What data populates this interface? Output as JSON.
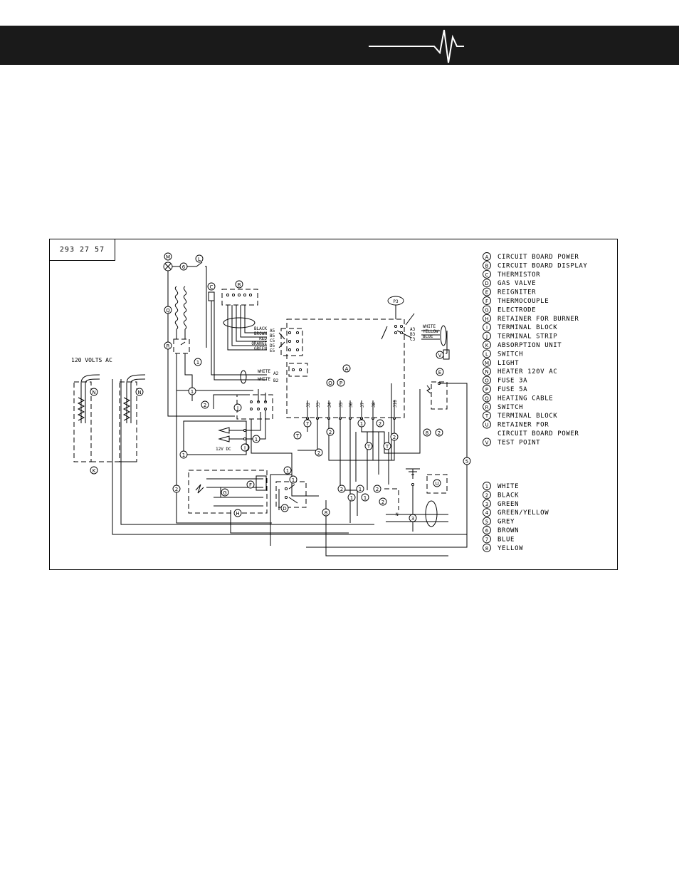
{
  "header": {
    "accent": "#1a1a1a",
    "line_color": "#ffffff"
  },
  "diagram": {
    "drawing_number": "293 27 57",
    "voltage_label": "120 VOLTS AC",
    "dc_label": "12V DC",
    "board_label": "P3",
    "wire_colors_top": [
      "BLACK",
      "BROWN",
      "RED",
      "ORANGE",
      "GREEN"
    ],
    "pins_top": [
      "A5",
      "B5",
      "C5",
      "D5",
      "E5"
    ],
    "wire_white": "WHITE",
    "pins_mid": [
      "A2",
      "B2"
    ],
    "p3_wires": [
      "WHITE",
      "YELLOW",
      "BLUE"
    ],
    "p3_pins": [
      "A3",
      "B3",
      "C3"
    ],
    "jacks": [
      "J2",
      "J3",
      "J4",
      "J5",
      "J6",
      "J7",
      "J8",
      "J10"
    ],
    "neutral": "N"
  },
  "legend": {
    "components": [
      {
        "key": "A",
        "label": "CIRCUIT BOARD POWER"
      },
      {
        "key": "B",
        "label": "CIRCUIT BOARD DISPLAY"
      },
      {
        "key": "C",
        "label": "THERMISTOR"
      },
      {
        "key": "D",
        "label": "GAS VALVE"
      },
      {
        "key": "E",
        "label": "REIGNITER"
      },
      {
        "key": "F",
        "label": "THERMOCOUPLE"
      },
      {
        "key": "G",
        "label": "ELECTRODE"
      },
      {
        "key": "H",
        "label": "RETAINER FOR BURNER"
      },
      {
        "key": "I",
        "label": "TERMINAL BLOCK"
      },
      {
        "key": "J",
        "label": "TERMINAL STRIP"
      },
      {
        "key": "K",
        "label": "ABSORPTION UNIT"
      },
      {
        "key": "L",
        "label": "SWITCH"
      },
      {
        "key": "M",
        "label": "LIGHT"
      },
      {
        "key": "N",
        "label": "HEATER 120V AC"
      },
      {
        "key": "O",
        "label": "FUSE 3A"
      },
      {
        "key": "P",
        "label": "FUSE 5A"
      },
      {
        "key": "Q",
        "label": "HEATING CABLE"
      },
      {
        "key": "R",
        "label": "SWITCH"
      },
      {
        "key": "T",
        "label": "TERMINAL BLOCK"
      },
      {
        "key": "U",
        "label": "RETAINER FOR"
      },
      {
        "key": "",
        "label": "CIRCUIT BOARD POWER"
      },
      {
        "key": "V",
        "label": "TEST POINT"
      }
    ],
    "wires": [
      {
        "key": "1",
        "label": "WHITE"
      },
      {
        "key": "2",
        "label": "BLACK"
      },
      {
        "key": "3",
        "label": "GREEN"
      },
      {
        "key": "4",
        "label": "GREEN/YELLOW"
      },
      {
        "key": "5",
        "label": "GREY"
      },
      {
        "key": "6",
        "label": "BROWN"
      },
      {
        "key": "7",
        "label": "BLUE"
      },
      {
        "key": "8",
        "label": "YELLOW"
      }
    ]
  }
}
